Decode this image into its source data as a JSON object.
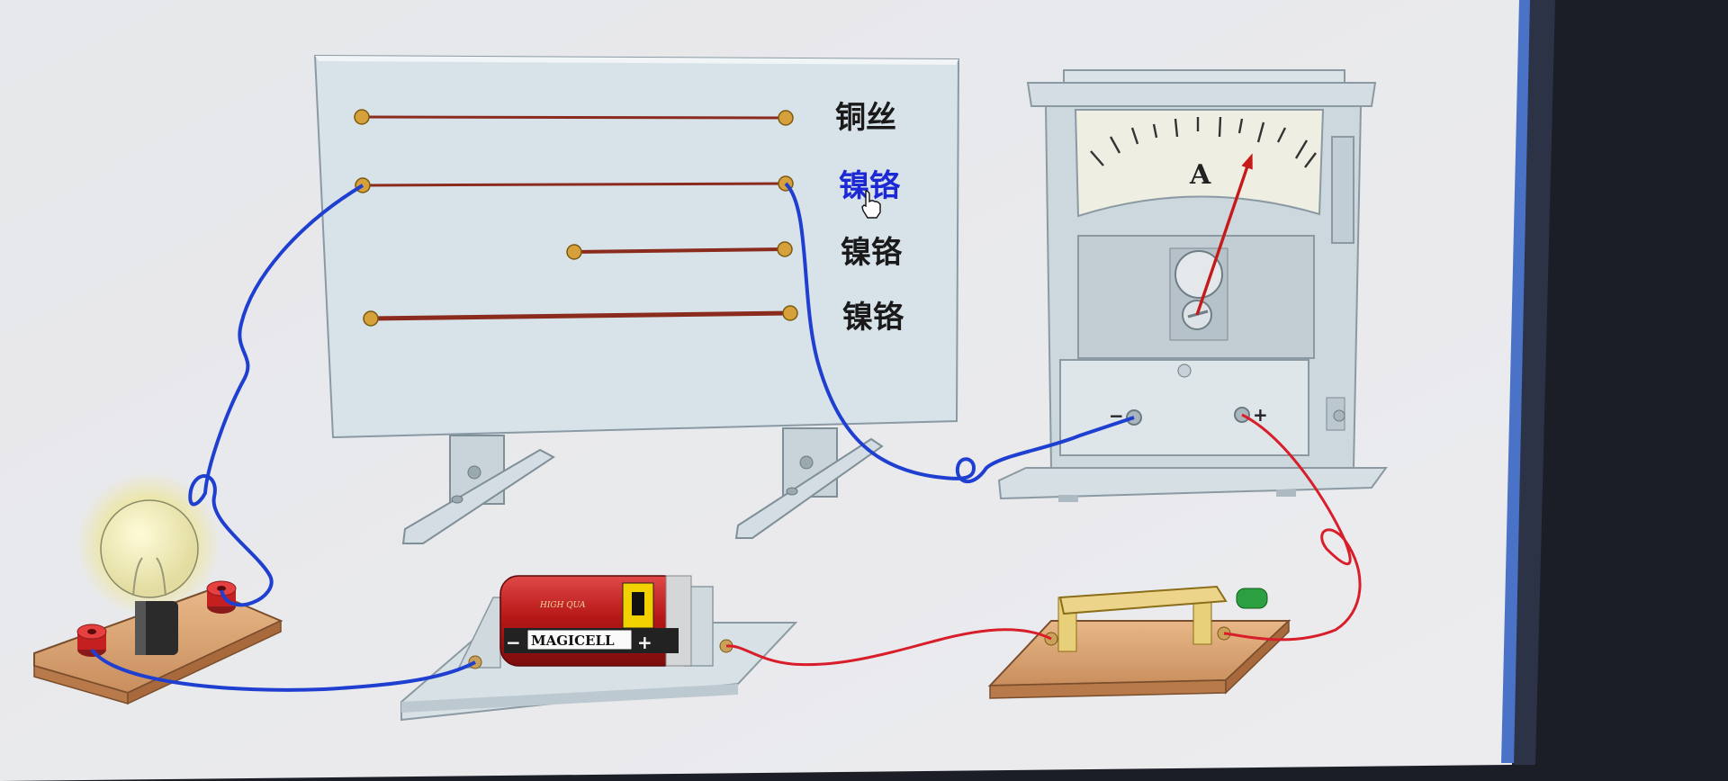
{
  "wire_board": {
    "labels": [
      "铜丝",
      "镍铬",
      "镍铬",
      "镍铬"
    ],
    "selected_index": 1
  },
  "ammeter": {
    "unit_letter": "A",
    "terminal_negative": "−",
    "terminal_positive": "+"
  },
  "battery": {
    "brand": "MAGICELL",
    "top_text": "HIGH QUA",
    "minus": "−",
    "plus": "+"
  },
  "colors": {
    "wire_blue": "#1f3fd0",
    "wire_red": "#d81e2a",
    "selected_label": "#1c28d4",
    "label": "#1a1a1a"
  }
}
